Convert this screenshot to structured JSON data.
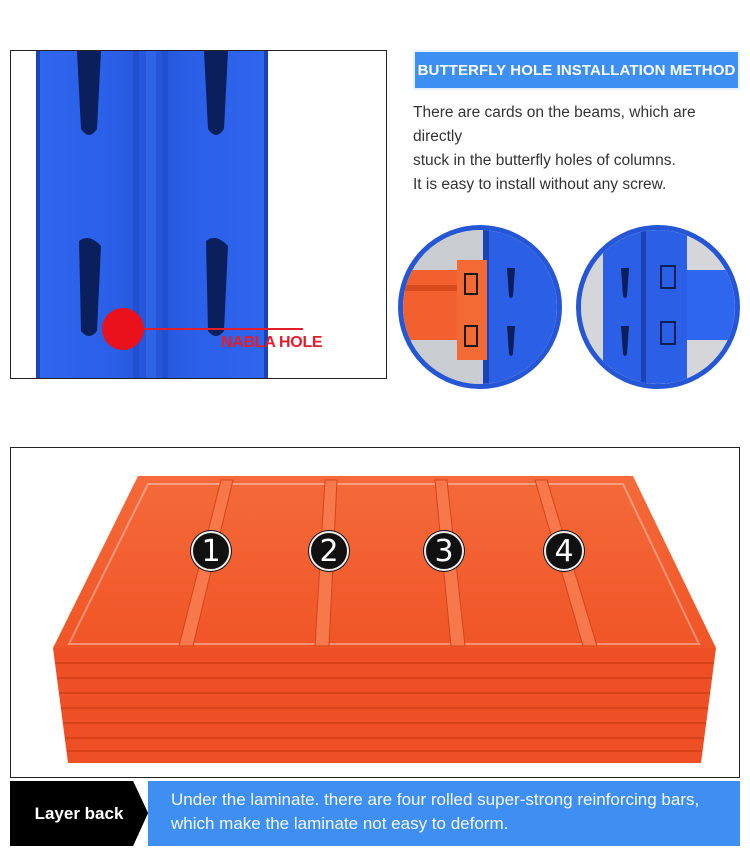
{
  "column_panel": {
    "nabla_label": "NABLA HOLE"
  },
  "butterfly": {
    "title": "BUTTERFLY HOLE INSTALLATION METHOD",
    "lines": [
      "There are cards on the beams, which are directly",
      "stuck in the butterfly holes of columns.",
      "It is easy to install without any screw."
    ]
  },
  "laminate": {
    "markers": [
      "1",
      "2",
      "3",
      "4"
    ]
  },
  "layer_back": {
    "tag": "Layer back",
    "lines": [
      "Under the laminate. there are four rolled super-strong reinforcing bars,",
      "which make the laminate not easy to deform."
    ]
  },
  "colors": {
    "accent_blue": "#3d8ff3",
    "column_blue": "#2a5fe6",
    "laminate_orange": "#f25b2c",
    "marker_red": "#e21e2a"
  }
}
